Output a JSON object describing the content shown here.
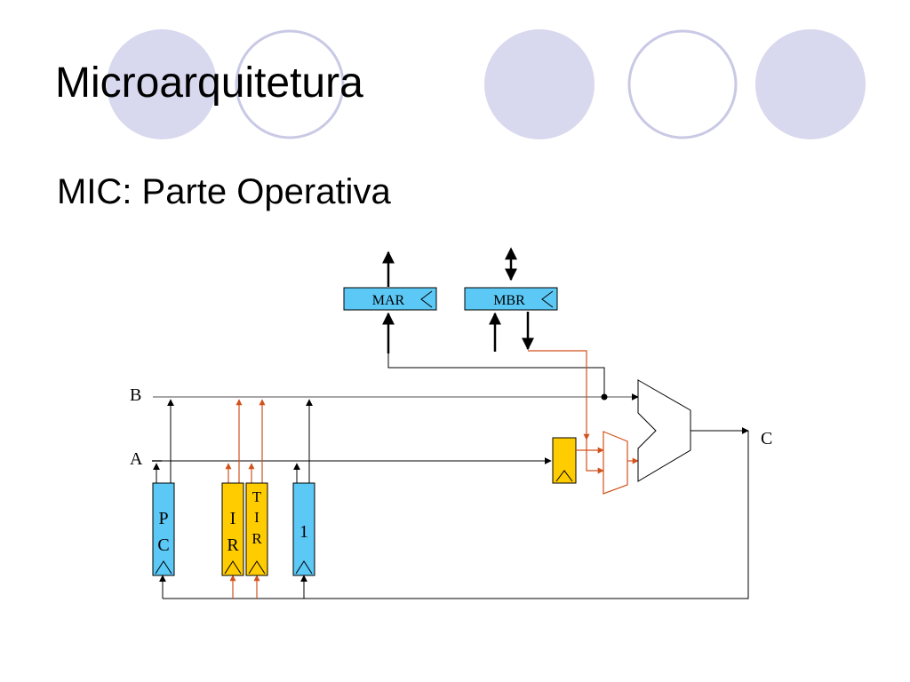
{
  "slide": {
    "title": "Microarquitetura",
    "subtitle": "MIC: Parte Operativa"
  },
  "diagram": {
    "buses": {
      "b": "B",
      "a": "A",
      "c": "C"
    },
    "registers": {
      "mar": "MAR",
      "mbr": "MBR",
      "pc": [
        "P",
        "C"
      ],
      "ir": [
        "I",
        "R"
      ],
      "tir": [
        "T",
        "I",
        "R"
      ],
      "one": "1"
    }
  },
  "colors": {
    "decor_circle": "#d8d8ee",
    "decor_ring": "#c9c9e6",
    "register_blue": "#5bc8f5",
    "register_yellow": "#ffcc00",
    "control_path": "#d2521c",
    "wire": "#000000",
    "bus_line": "#8a8a8a"
  }
}
